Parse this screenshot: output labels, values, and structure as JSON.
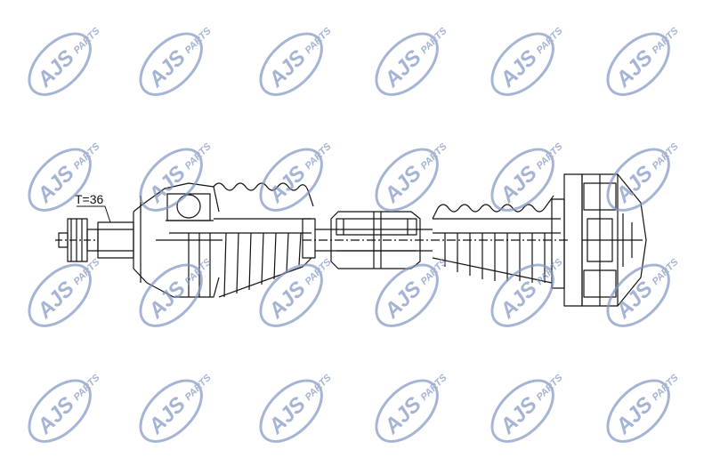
{
  "watermark": {
    "brand": "AJS",
    "suffix": "PARTS",
    "color": "#7f95c2",
    "rows": 4,
    "cols": 6
  },
  "drawing": {
    "tooth_label": "T=36",
    "line_color": "#111111"
  }
}
